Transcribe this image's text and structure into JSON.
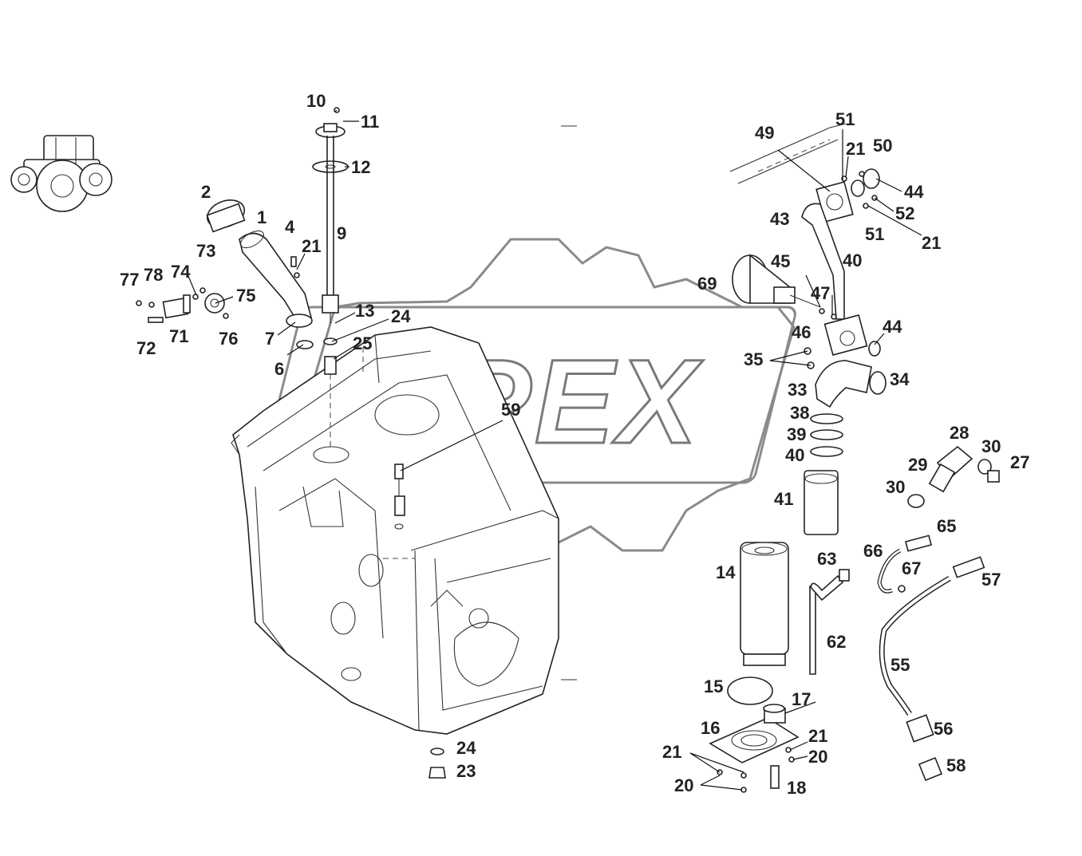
{
  "watermark": "OPEX",
  "callouts": [
    {
      "id": "c1",
      "text": "1"
    },
    {
      "id": "c2",
      "text": "2"
    },
    {
      "id": "c4",
      "text": "4"
    },
    {
      "id": "c6",
      "text": "6"
    },
    {
      "id": "c7",
      "text": "7"
    },
    {
      "id": "c9",
      "text": "9"
    },
    {
      "id": "c10",
      "text": "10"
    },
    {
      "id": "c11",
      "text": "11"
    },
    {
      "id": "c12",
      "text": "12"
    },
    {
      "id": "c13",
      "text": "13"
    },
    {
      "id": "c14",
      "text": "14"
    },
    {
      "id": "c15",
      "text": "15"
    },
    {
      "id": "c16",
      "text": "16"
    },
    {
      "id": "c17",
      "text": "17"
    },
    {
      "id": "c18",
      "text": "18"
    },
    {
      "id": "c20a",
      "text": "20"
    },
    {
      "id": "c20b",
      "text": "20"
    },
    {
      "id": "c21a",
      "text": "21"
    },
    {
      "id": "c21b",
      "text": "21"
    },
    {
      "id": "c21c",
      "text": "21"
    },
    {
      "id": "c21d",
      "text": "21"
    },
    {
      "id": "c21e",
      "text": "21"
    },
    {
      "id": "c23",
      "text": "23"
    },
    {
      "id": "c24a",
      "text": "24"
    },
    {
      "id": "c24b",
      "text": "24"
    },
    {
      "id": "c25",
      "text": "25"
    },
    {
      "id": "c27",
      "text": "27"
    },
    {
      "id": "c28",
      "text": "28"
    },
    {
      "id": "c29",
      "text": "29"
    },
    {
      "id": "c30a",
      "text": "30"
    },
    {
      "id": "c30b",
      "text": "30"
    },
    {
      "id": "c33",
      "text": "33"
    },
    {
      "id": "c34",
      "text": "34"
    },
    {
      "id": "c35",
      "text": "35"
    },
    {
      "id": "c38",
      "text": "38"
    },
    {
      "id": "c39",
      "text": "39"
    },
    {
      "id": "c40a",
      "text": "40"
    },
    {
      "id": "c40b",
      "text": "40"
    },
    {
      "id": "c41",
      "text": "41"
    },
    {
      "id": "c43",
      "text": "43"
    },
    {
      "id": "c44a",
      "text": "44"
    },
    {
      "id": "c44b",
      "text": "44"
    },
    {
      "id": "c45",
      "text": "45"
    },
    {
      "id": "c46",
      "text": "46"
    },
    {
      "id": "c47",
      "text": "47"
    },
    {
      "id": "c49",
      "text": "49"
    },
    {
      "id": "c50",
      "text": "50"
    },
    {
      "id": "c51a",
      "text": "51"
    },
    {
      "id": "c51b",
      "text": "51"
    },
    {
      "id": "c52",
      "text": "52"
    },
    {
      "id": "c55",
      "text": "55"
    },
    {
      "id": "c56",
      "text": "56"
    },
    {
      "id": "c57",
      "text": "57"
    },
    {
      "id": "c58",
      "text": "58"
    },
    {
      "id": "c59",
      "text": "59"
    },
    {
      "id": "c62",
      "text": "62"
    },
    {
      "id": "c63",
      "text": "63"
    },
    {
      "id": "c65",
      "text": "65"
    },
    {
      "id": "c66",
      "text": "66"
    },
    {
      "id": "c67",
      "text": "67"
    },
    {
      "id": "c69",
      "text": "69"
    },
    {
      "id": "c71",
      "text": "71"
    },
    {
      "id": "c72",
      "text": "72"
    },
    {
      "id": "c73",
      "text": "73"
    },
    {
      "id": "c74",
      "text": "74"
    },
    {
      "id": "c75",
      "text": "75"
    },
    {
      "id": "c76",
      "text": "76"
    },
    {
      "id": "c77",
      "text": "77"
    },
    {
      "id": "c78",
      "text": "78"
    }
  ]
}
